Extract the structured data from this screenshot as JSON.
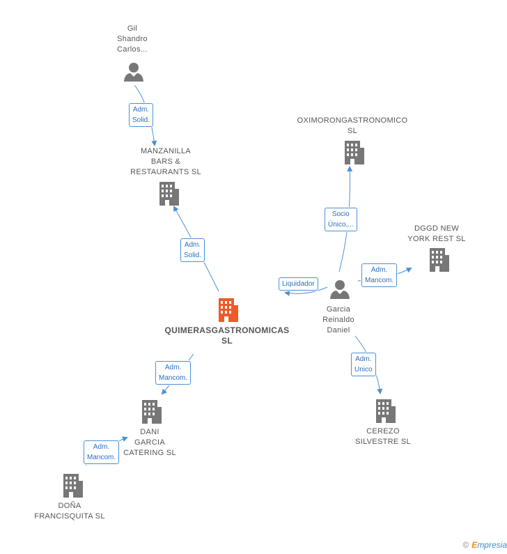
{
  "nodes": {
    "gil": {
      "label": "Gil\nShandro\nCarlos..."
    },
    "manzanilla": {
      "label": "MANZANILLA\nBARS &\nRESTAURANTS SL"
    },
    "oximoron": {
      "label": "OXIMORONGASTRONOMICO\nSL"
    },
    "dggd": {
      "label": "DGGD NEW\nYORK REST SL"
    },
    "garcia": {
      "label": "Garcia\nReinaldo\nDaniel"
    },
    "quimeras": {
      "label": "QUIMERASGASTRONOMICAS\nSL"
    },
    "dani": {
      "label": "DANI\nGARCIA\nCATERING SL"
    },
    "cerezo": {
      "label": "CEREZO\nSILVESTRE SL"
    },
    "dona": {
      "label": "DOÑA\nFRANCISQUITA SL"
    }
  },
  "edges": {
    "gil_manzanilla": "Adm.\nSolid.",
    "quimeras_manzanilla": "Adm.\nSolid.",
    "garcia_oximoron": "Socio\nÚnico,...",
    "garcia_dggd": "Adm.\nMancom.",
    "garcia_quimeras": "Liquidador",
    "garcia_cerezo": "Adm.\nUnico",
    "quimeras_dani": "Adm.\nMancom.",
    "dona_dani": "Adm.\nMancom."
  },
  "colors": {
    "main_company": "#f05a28",
    "company": "#777777",
    "person": "#777777",
    "edge": "#4a90d9"
  },
  "brand": {
    "copyright": "©",
    "e": "E",
    "rest": "mpresia"
  }
}
